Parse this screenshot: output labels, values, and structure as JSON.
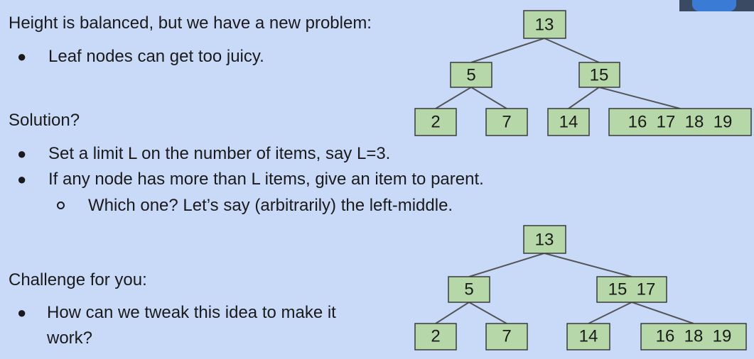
{
  "text": {
    "heading1": "Height is balanced, but we have a new problem:",
    "bullet1": "Leaf nodes can get too juicy.",
    "heading2": "Solution?",
    "bullet2": "Set a limit L on the number of items, say L=3.",
    "bullet3": "If any node has more than L items, give an item to parent.",
    "subbullet1": "Which one? Let’s say (arbitrarily) the left-middle.",
    "heading3": "Challenge for you:",
    "bullet4_line1": "How can we tweak this idea to make it",
    "bullet4_line2": "work?"
  },
  "markers": {
    "bullet": "●"
  },
  "trees": [
    {
      "root": "13",
      "left": "5",
      "right": "15",
      "leaves": [
        "2",
        "7",
        "14",
        "16  17  18  19"
      ]
    },
    {
      "root": "13",
      "left": "5",
      "right": "15  17",
      "leaves": [
        "2",
        "7",
        "14",
        "16  18  19"
      ]
    }
  ],
  "colors": {
    "background": "#c9daf8",
    "node_fill": "#b6d7a8",
    "node_border": "#3a3a3a"
  }
}
